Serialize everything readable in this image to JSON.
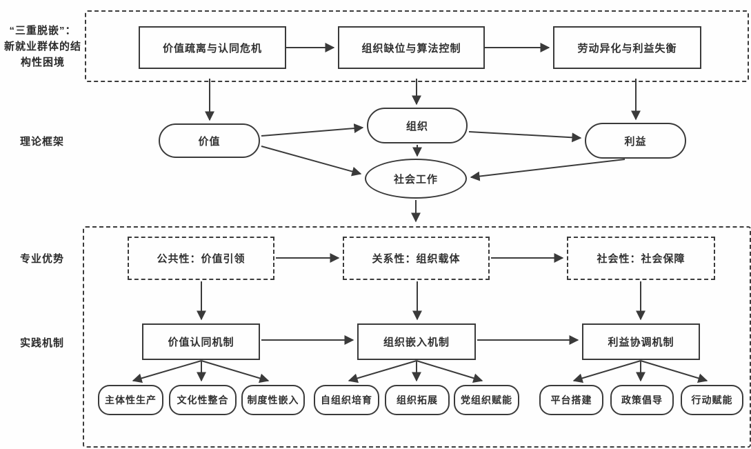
{
  "colors": {
    "stroke": "#3a3a3a",
    "text": "#303030",
    "background": "#fefefe"
  },
  "side_labels": {
    "dilemma": "“三重脱嵌”：\n新就业群体的结\n构性困境",
    "theory": "理论框架",
    "advantage": "专业优势",
    "practice": "实践机制"
  },
  "dilemma_row": {
    "boxes": [
      {
        "label": "价值疏离与认同危机"
      },
      {
        "label": "组织缺位与算法控制"
      },
      {
        "label": "劳动异化与利益失衡"
      }
    ]
  },
  "theory": {
    "value": "价值",
    "organization": "组织",
    "interest": "利益",
    "social_work": "社会工作"
  },
  "advantages": [
    {
      "label": "公共性：价值引领"
    },
    {
      "label": "关系性：组织载体"
    },
    {
      "label": "社会性：社会保障"
    }
  ],
  "mechanisms": [
    {
      "label": "价值认同机制"
    },
    {
      "label": "组织嵌入机制"
    },
    {
      "label": "利益协调机制"
    }
  ],
  "leaves": [
    {
      "label": "主体性生产"
    },
    {
      "label": "文化性整合"
    },
    {
      "label": "制度性嵌入"
    },
    {
      "label": "自组织培育"
    },
    {
      "label": "组织拓展"
    },
    {
      "label": "党组织赋能"
    },
    {
      "label": "平台搭建"
    },
    {
      "label": "政策倡导"
    },
    {
      "label": "行动赋能"
    }
  ]
}
